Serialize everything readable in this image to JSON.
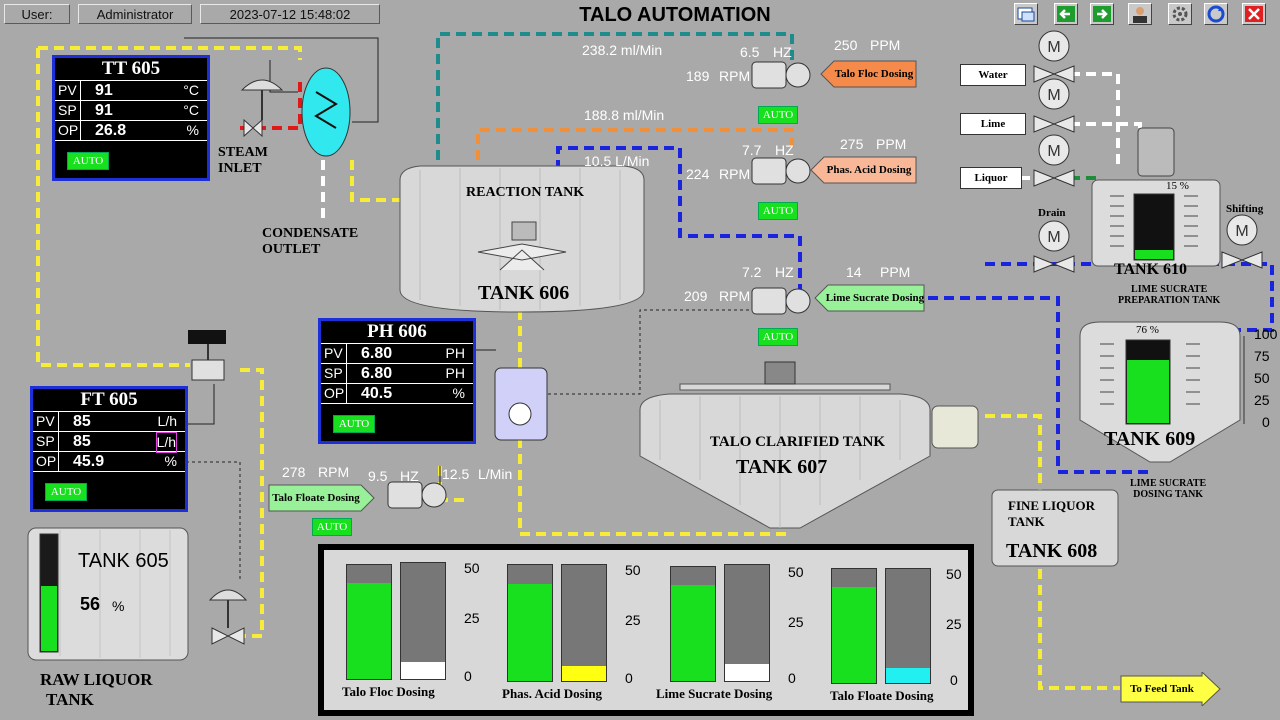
{
  "header": {
    "user_label": "User:",
    "user_name": "Administrator",
    "datetime": "2023-07-12 15:48:02",
    "title": "TALO AUTOMATION"
  },
  "toolbar": {
    "buttons": [
      "layout-icon",
      "back-arrow-icon",
      "forward-arrow-icon",
      "user-icon",
      "settings-icon",
      "refresh-icon",
      "close-icon"
    ]
  },
  "tt605": {
    "title": "TT 605",
    "pv": "91",
    "sp": "91",
    "op": "26.8",
    "pv_unit": "°C",
    "sp_unit": "°C",
    "op_unit": "%",
    "mode": "AUTO"
  },
  "ft605": {
    "title": "FT 605",
    "pv": "85",
    "sp": "85",
    "op": "45.9",
    "pv_unit": "L/h",
    "sp_unit": "L/h",
    "op_unit": "%",
    "mode": "AUTO"
  },
  "ph606": {
    "title": "PH 606",
    "pv": "6.80",
    "sp": "6.80",
    "op": "40.5",
    "pv_unit": "PH",
    "sp_unit": "PH",
    "op_unit": "%",
    "mode": "AUTO"
  },
  "labels": {
    "steam_inlet_1": "STEAM",
    "steam_inlet_2": "INLET",
    "condensate_1": "CONDENSATE",
    "condensate_2": "OUTLET",
    "reaction_tank": "REACTION TANK",
    "tank606": "TANK 606",
    "clarified": "TALO CLARIFIED TANK",
    "tank607": "TANK 607",
    "fine_liquor_1": "FINE LIQUOR",
    "fine_liquor_2": "TANK",
    "tank608": "TANK 608",
    "tank605": "TANK 605",
    "tank605_level": "56",
    "tank605_unit": "%",
    "raw_liquor_1": "RAW LIQUOR",
    "raw_liquor_2": "TANK",
    "tank610": "TANK 610",
    "tank610_desc_1": "LIME SUCRATE",
    "tank610_desc_2": "PREPARATION TANK",
    "tank610_level": "15 %",
    "tank609": "TANK 609",
    "tank609_desc_1": "LIME SUCRATE",
    "tank609_desc_2": "DOSING TANK",
    "tank609_level": "76 %",
    "water": "Water",
    "lime": "Lime",
    "liquor": "Liquor",
    "drain": "Drain",
    "shifting": "Shifting",
    "to_feed_tank": "To Feed Tank"
  },
  "flows": {
    "f1": "238.2 ml/Min",
    "f2": "188.8 ml/Min",
    "f3": "10.5   L/Min"
  },
  "pumps": {
    "floc": {
      "hz": "6.5",
      "rpm": "189",
      "ppm": "250",
      "label": "Talo Floc Dosing",
      "mode": "AUTO"
    },
    "acid": {
      "hz": "7.7",
      "rpm": "224",
      "ppm": "275",
      "label": "Phas. Acid Dosing",
      "mode": "AUTO"
    },
    "lime": {
      "hz": "7.2",
      "rpm": "209",
      "ppm": "14",
      "label": "Lime Sucrate Dosing",
      "mode": "AUTO"
    },
    "floate": {
      "hz": "9.5",
      "rpm": "278",
      "flow": "12.5",
      "label": "Talo Floate Dosing",
      "mode": "AUTO"
    }
  },
  "units": {
    "hz": "HZ",
    "rpm": "RPM",
    "ppm": "PPM",
    "lmin": "L/Min"
  },
  "tank609_scale": [
    "100",
    "75",
    "50",
    "25",
    "0"
  ],
  "bars": {
    "scale": [
      "50",
      "25",
      "0"
    ],
    "groups": [
      {
        "label": "Talo Floc Dosing",
        "green": 0.84,
        "side": 0.22,
        "side_color": "#ffffff"
      },
      {
        "label": "Phas.  Acid Dosing",
        "green": 0.84,
        "side": 0.2,
        "side_color": "#ffff11"
      },
      {
        "label": "Lime Sucrate Dosing",
        "green": 0.84,
        "side": 0.22,
        "side_color": "#ffffff"
      },
      {
        "label": "Talo Floate Dosing",
        "green": 0.84,
        "side": 0.2,
        "side_color": "#22f0f0"
      }
    ]
  },
  "colors": {
    "accent_green": "#19e01e",
    "pipe_yellow": "#f8ec3a",
    "pipe_blue": "#1a24e0",
    "pipe_teal": "#1e8c8c",
    "pipe_orange": "#f0903a",
    "faceplate_border": "#1c2fd8"
  }
}
